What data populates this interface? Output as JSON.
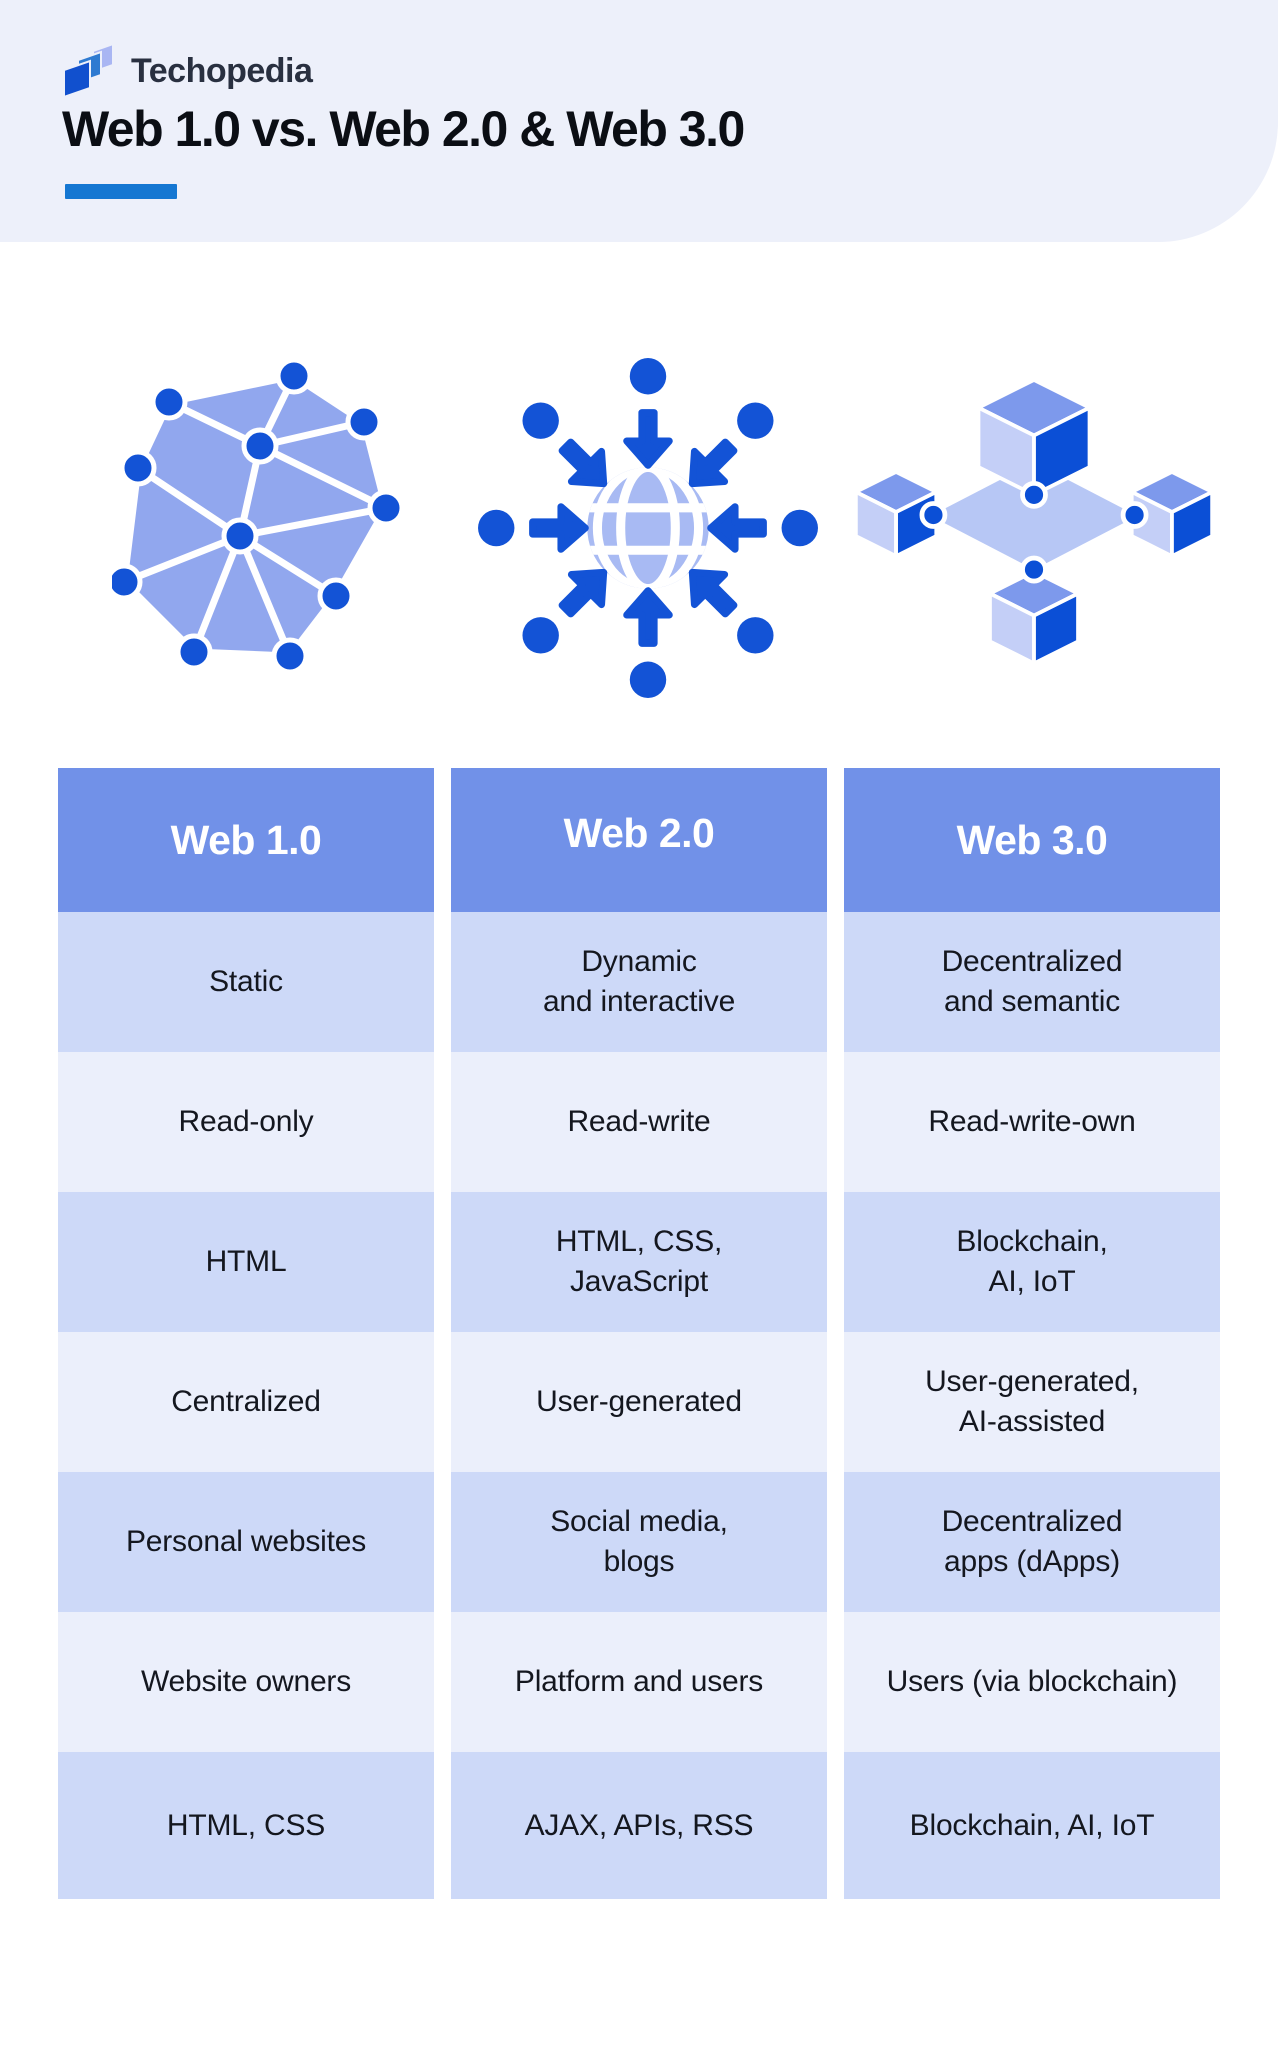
{
  "brand": {
    "name": "Techopedia"
  },
  "header": {
    "title": "Web 1.0 vs. Web 2.0 & Web 3.0"
  },
  "icons": [
    {
      "name": "network-mesh-icon",
      "represents": "Web 1.0"
    },
    {
      "name": "globe-inbound-arrows-icon",
      "represents": "Web 2.0"
    },
    {
      "name": "blockchain-cubes-icon",
      "represents": "Web 3.0"
    }
  ],
  "colors": {
    "hero_background": "#edf0fa",
    "title_underline": "#1577d2",
    "table_header_blue": "#7191e8",
    "row_dark": "#cdd9f8",
    "row_light": "#ebeffb",
    "icon_dark_blue": "#1353d6",
    "icon_light_blue": "#a8baf3",
    "text_dark": "#14171f"
  },
  "table": {
    "columns": [
      "Web 1.0",
      "Web 2.0",
      "Web 3.0"
    ],
    "rows": [
      [
        "Static",
        "Dynamic\nand interactive",
        "Decentralized\nand semantic"
      ],
      [
        "Read-only",
        "Read-write",
        "Read-write-own"
      ],
      [
        "HTML",
        "HTML, CSS,\nJavaScript",
        "Blockchain,\nAI, IoT"
      ],
      [
        "Centralized",
        "User-generated",
        "User-generated,\nAI-assisted"
      ],
      [
        "Personal websites",
        "Social media,\nblogs",
        "Decentralized\napps (dApps)"
      ],
      [
        "Website owners",
        "Platform and users",
        "Users (via blockchain)"
      ],
      [
        "HTML, CSS",
        "AJAX, APIs, RSS",
        "Blockchain, AI, IoT"
      ]
    ]
  }
}
